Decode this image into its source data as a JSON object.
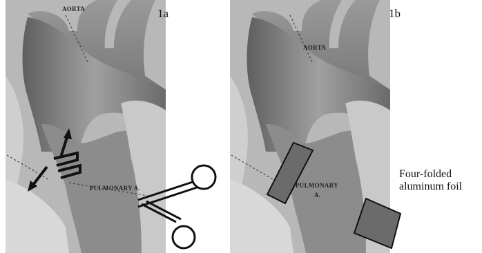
{
  "panels": [
    {
      "id": "1a",
      "label": "1a",
      "vessel_labels": {
        "aorta": "AORTA",
        "pulmonary": "PULMONARY A."
      }
    },
    {
      "id": "1b",
      "label": "1b",
      "vessel_labels": {
        "aorta": "AORTA",
        "pulmonary_line1": "PULMONARY",
        "pulmonary_line2": "A."
      }
    }
  ],
  "annotation": {
    "line1": "Four-folded",
    "line2": "aluminum foil"
  },
  "colors": {
    "vessel_fill": "#8e8e8e",
    "vessel_dark": "#5a5a5a",
    "background_tissue": "#c8c8c8",
    "foil": "#6b6b6b",
    "outline": "#111111"
  },
  "icons": [
    "scissors-icon",
    "arrow-up-icon",
    "arrow-down-icon",
    "incision-mark-icon"
  ]
}
